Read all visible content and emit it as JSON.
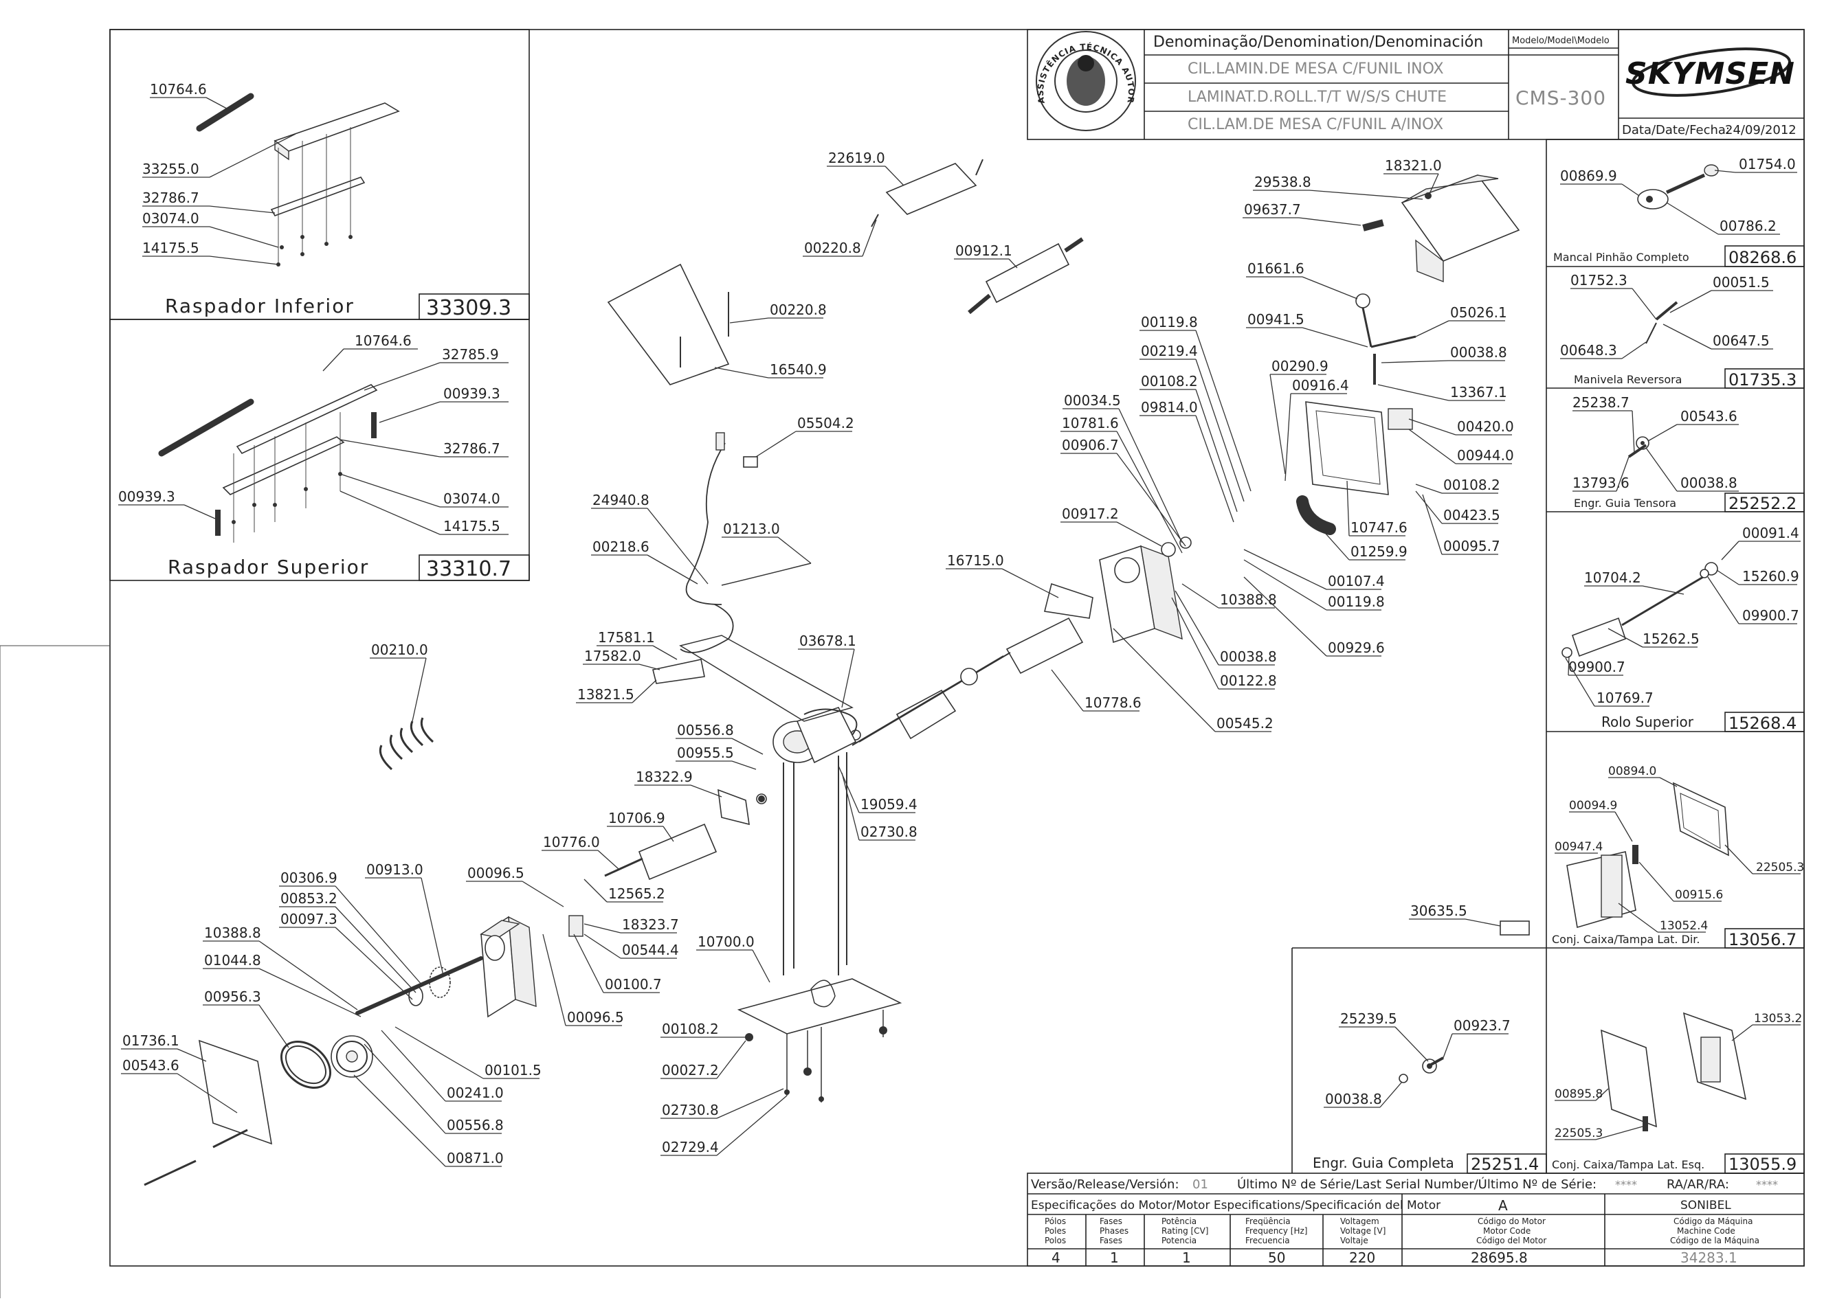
{
  "header": {
    "denomination_heading": "Denominação/Denomination/Denominación",
    "names": [
      "CIL.LAMIN.DE MESA C/FUNIL INOX",
      "LAMINAT.D.ROLL.T/T W/S/S CHUTE",
      "CIL.LAM.DE MESA C/FUNIL A/INOX"
    ],
    "model_heading": "Modelo/Model\\Modelo",
    "model": "CMS-300",
    "brand": "SKYMSEN",
    "date_label": "Data/Date/Fecha:",
    "date": "24/09/2012",
    "seal_text": "ASSISTÊNCIA TÉCNICA AUTORIZADA"
  },
  "subassemblies": [
    {
      "name": "Raspador Inferior",
      "code": "33309.3",
      "parts": [
        "10764.6",
        "33255.0",
        "32786.7",
        "03074.0",
        "14175.5"
      ]
    },
    {
      "name": "Raspador Superior",
      "code": "33310.7",
      "parts": [
        "10764.6",
        "32785.9",
        "00939.3",
        "32786.7",
        "00939.3",
        "03074.0",
        "14175.5"
      ]
    },
    {
      "name": "Mancal Pinhão Completo",
      "code": "08268.6",
      "parts": [
        "00869.9",
        "01754.0",
        "00786.2"
      ]
    },
    {
      "name": "Manivela Reversora",
      "code": "01735.3",
      "parts": [
        "01752.3",
        "00051.5",
        "00648.3",
        "00647.5"
      ]
    },
    {
      "name": "Engr. Guia Tensora",
      "code": "25252.2",
      "parts": [
        "25238.7",
        "00543.6",
        "13793.6",
        "00038.8"
      ]
    },
    {
      "name": "Rolo Superior",
      "code": "15268.4",
      "parts": [
        "00091.4",
        "10704.2",
        "15260.9",
        "09900.7",
        "15262.5",
        "09900.7",
        "10769.7"
      ]
    },
    {
      "name": "Conj. Caixa/Tampa Lat. Dir.",
      "code": "13056.7",
      "parts": [
        "00894.0",
        "00094.9",
        "00947.4",
        "22505.3",
        "00915.6",
        "13052.4"
      ]
    },
    {
      "name": "Engr. Guia Completa",
      "code": "25251.4",
      "parts": [
        "25239.5",
        "00923.7",
        "00038.8"
      ]
    },
    {
      "name": "Conj. Caixa/Tampa Lat. Esq.",
      "code": "13055.9",
      "parts": [
        "13053.2",
        "00895.8",
        "22505.3"
      ]
    }
  ],
  "main_labels": [
    "22619.0",
    "00220.8",
    "00220.8",
    "16540.9",
    "00912.1",
    "18321.0",
    "29538.8",
    "09637.7",
    "01661.6",
    "00941.5",
    "05026.1",
    "00119.8",
    "00219.4",
    "00038.8",
    "00290.9",
    "00108.2",
    "00916.4",
    "13367.1",
    "00034.5",
    "09814.0",
    "00420.0",
    "10781.6",
    "00906.7",
    "00944.0",
    "00108.2",
    "00423.5",
    "00917.2",
    "10747.6",
    "00095.7",
    "01259.9",
    "16715.0",
    "00107.4",
    "00119.8",
    "10388.8",
    "00038.8",
    "00929.6",
    "00122.8",
    "10778.6",
    "00545.2",
    "05504.2",
    "24940.8",
    "01213.0",
    "00218.6",
    "17581.1",
    "17582.0",
    "13821.5",
    "03678.1",
    "00210.0",
    "00556.8",
    "00955.5",
    "18322.9",
    "19059.4",
    "02730.8",
    "10706.9",
    "10776.0",
    "12565.2",
    "00306.9",
    "00913.0",
    "00096.5",
    "00853.2",
    "00097.3",
    "18323.7",
    "10388.8",
    "00544.4",
    "01044.8",
    "00100.7",
    "00956.3",
    "10700.0",
    "00096.5",
    "01736.1",
    "00543.6",
    "00101.5",
    "00108.2",
    "00241.0",
    "00027.2",
    "00556.8",
    "02730.8",
    "00871.0",
    "02729.4",
    "30635.5"
  ],
  "footer": {
    "release_label": "Versão/Release/Versión:",
    "release_value": "01",
    "serial_label": "Último Nº de Série/Last Serial Number/Último Nº de Série:",
    "serial_value": "****",
    "ra_label": "RA/AR/RA:",
    "ra_value": "****",
    "motor_spec_label": "Especificações do Motor/Motor Especifications/Specificación del Motor",
    "motor_letter": "A",
    "motor_brand": "SONIBEL",
    "columns": [
      {
        "h": [
          "Pólos",
          "Poles",
          "Polos"
        ],
        "v": "4"
      },
      {
        "h": [
          "Fases",
          "Phases",
          "Fases"
        ],
        "v": "1"
      },
      {
        "h": [
          "Potência",
          "Rating [CV]",
          "Potencia"
        ],
        "v": "1"
      },
      {
        "h": [
          "Freqüência",
          "Frequency [Hz]",
          "Frecuencia"
        ],
        "v": "50"
      },
      {
        "h": [
          "Voltagem",
          "Voltage [V]",
          "Voltaje"
        ],
        "v": "220"
      },
      {
        "h": [
          "Código do Motor",
          "Motor Code",
          "Código del Motor"
        ],
        "v": "28695.8"
      },
      {
        "h": [
          "Código da Máquina",
          "Machine Code",
          "Código de la Máquina"
        ],
        "v": "34283.1"
      }
    ]
  }
}
